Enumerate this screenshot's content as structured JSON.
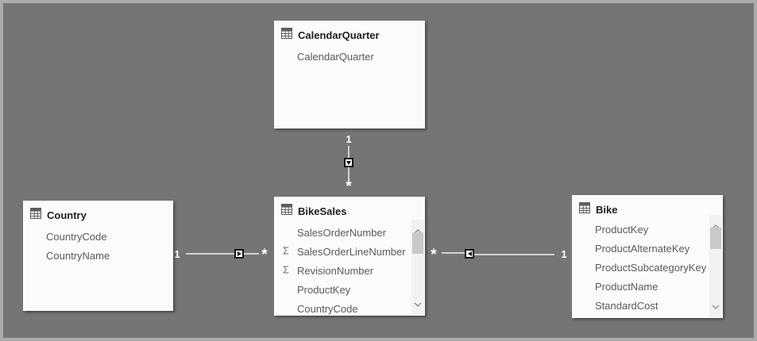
{
  "icons": {
    "sigma": "Σ"
  },
  "colors": {
    "canvas_background": "#757575",
    "frame_border": "#ababab",
    "card_background": "#fbfbfb",
    "header_text": "#1f1e1d",
    "field_text": "#5c5a57",
    "relationship_line": "#d2d2d2",
    "relationship_label": "#ffffff"
  },
  "tables": [
    {
      "name": "CalendarQuarter",
      "fields": [
        {
          "name": "CalendarQuarter"
        }
      ]
    },
    {
      "name": "Country",
      "fields": [
        {
          "name": "CountryCode"
        },
        {
          "name": "CountryName"
        }
      ]
    },
    {
      "name": "BikeSales",
      "fields": [
        {
          "name": "SalesOrderNumber"
        },
        {
          "name": "SalesOrderLineNumber",
          "aggregate": true
        },
        {
          "name": "RevisionNumber",
          "aggregate": true
        },
        {
          "name": "ProductKey"
        },
        {
          "name": "CountryCode"
        }
      ]
    },
    {
      "name": "Bike",
      "fields": [
        {
          "name": "ProductKey"
        },
        {
          "name": "ProductAlternateKey"
        },
        {
          "name": "ProductSubcategoryKey"
        },
        {
          "name": "ProductName"
        },
        {
          "name": "StandardCost"
        }
      ]
    }
  ],
  "relationships": [
    {
      "from": "CalendarQuarter",
      "to": "BikeSales",
      "one_label": "1",
      "many_label": "*",
      "arrow_points_to": "BikeSales"
    },
    {
      "from": "Country",
      "to": "BikeSales",
      "one_label": "1",
      "many_label": "*",
      "arrow_points_to": "BikeSales"
    },
    {
      "from": "Bike",
      "to": "BikeSales",
      "one_label": "1",
      "many_label": "*",
      "arrow_points_to": "BikeSales"
    }
  ]
}
